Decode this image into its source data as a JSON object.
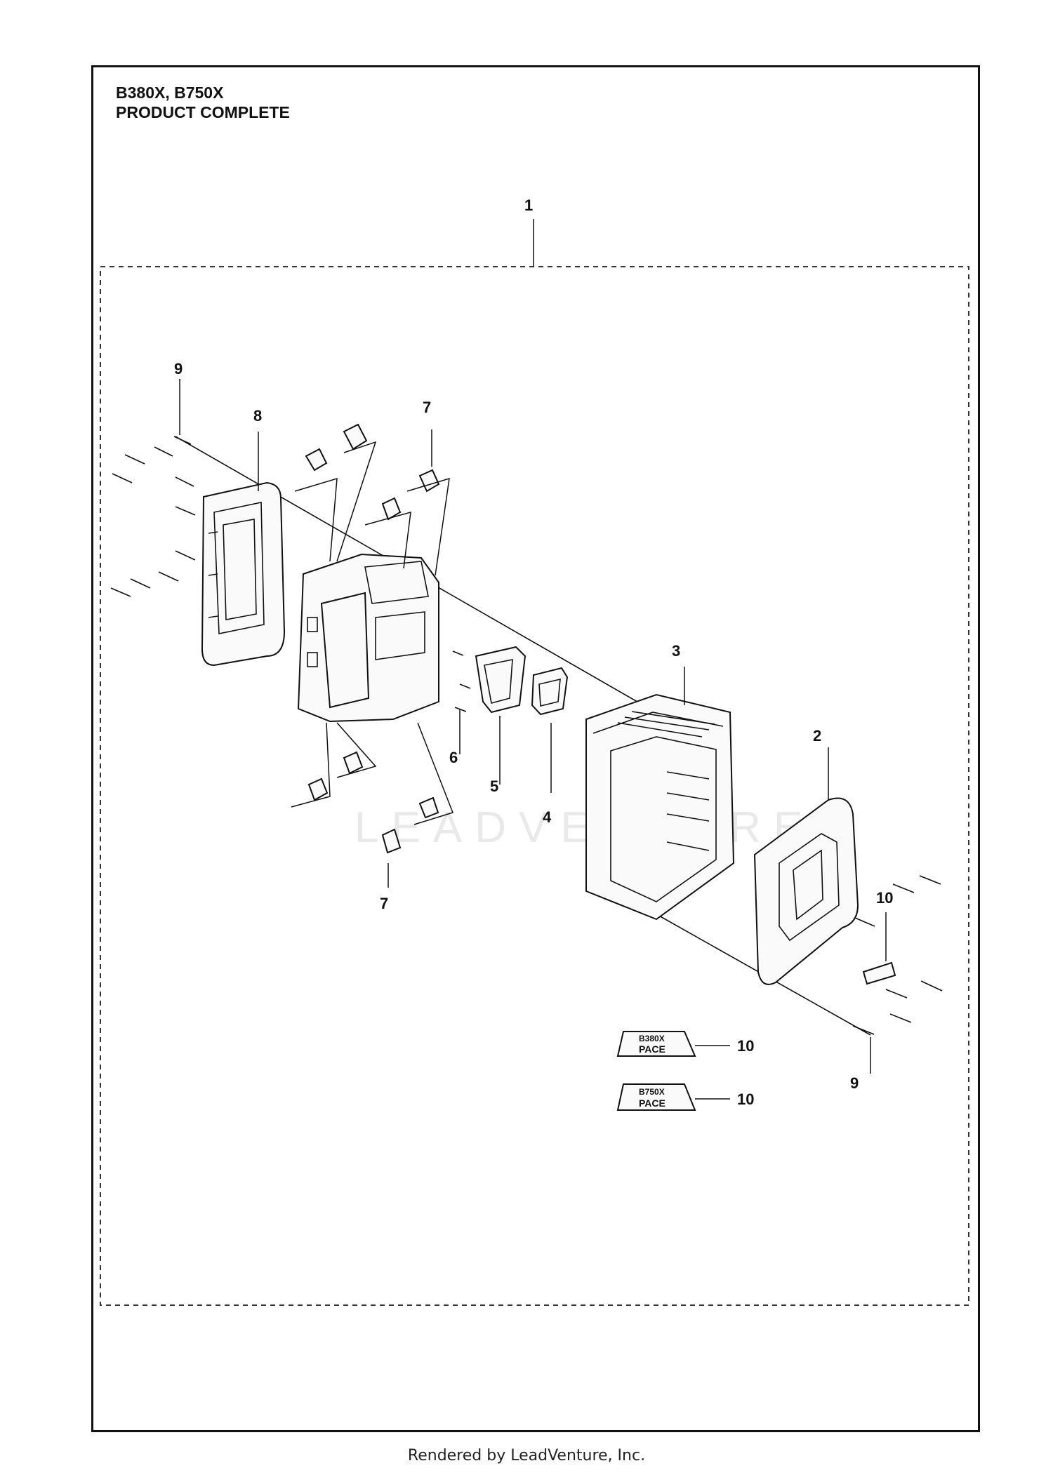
{
  "header": {
    "models": "B380X, B750X",
    "subtitle": "PRODUCT COMPLETE"
  },
  "callouts": {
    "c1": "1",
    "c2": "2",
    "c3": "3",
    "c4": "4",
    "c5": "5",
    "c6": "6",
    "c7_top": "7",
    "c7_bottom": "7",
    "c8": "8",
    "c9_top": "9",
    "c9_bottom": "9",
    "c10_side": "10",
    "c10_badge_a": "10",
    "c10_badge_b": "10"
  },
  "badges": {
    "a_model": "B380X",
    "a_brand": "PACE",
    "b_model": "B750X",
    "b_brand": "PACE"
  },
  "watermark": "LEADVENTURE",
  "footer": "Rendered by LeadVenture, Inc."
}
